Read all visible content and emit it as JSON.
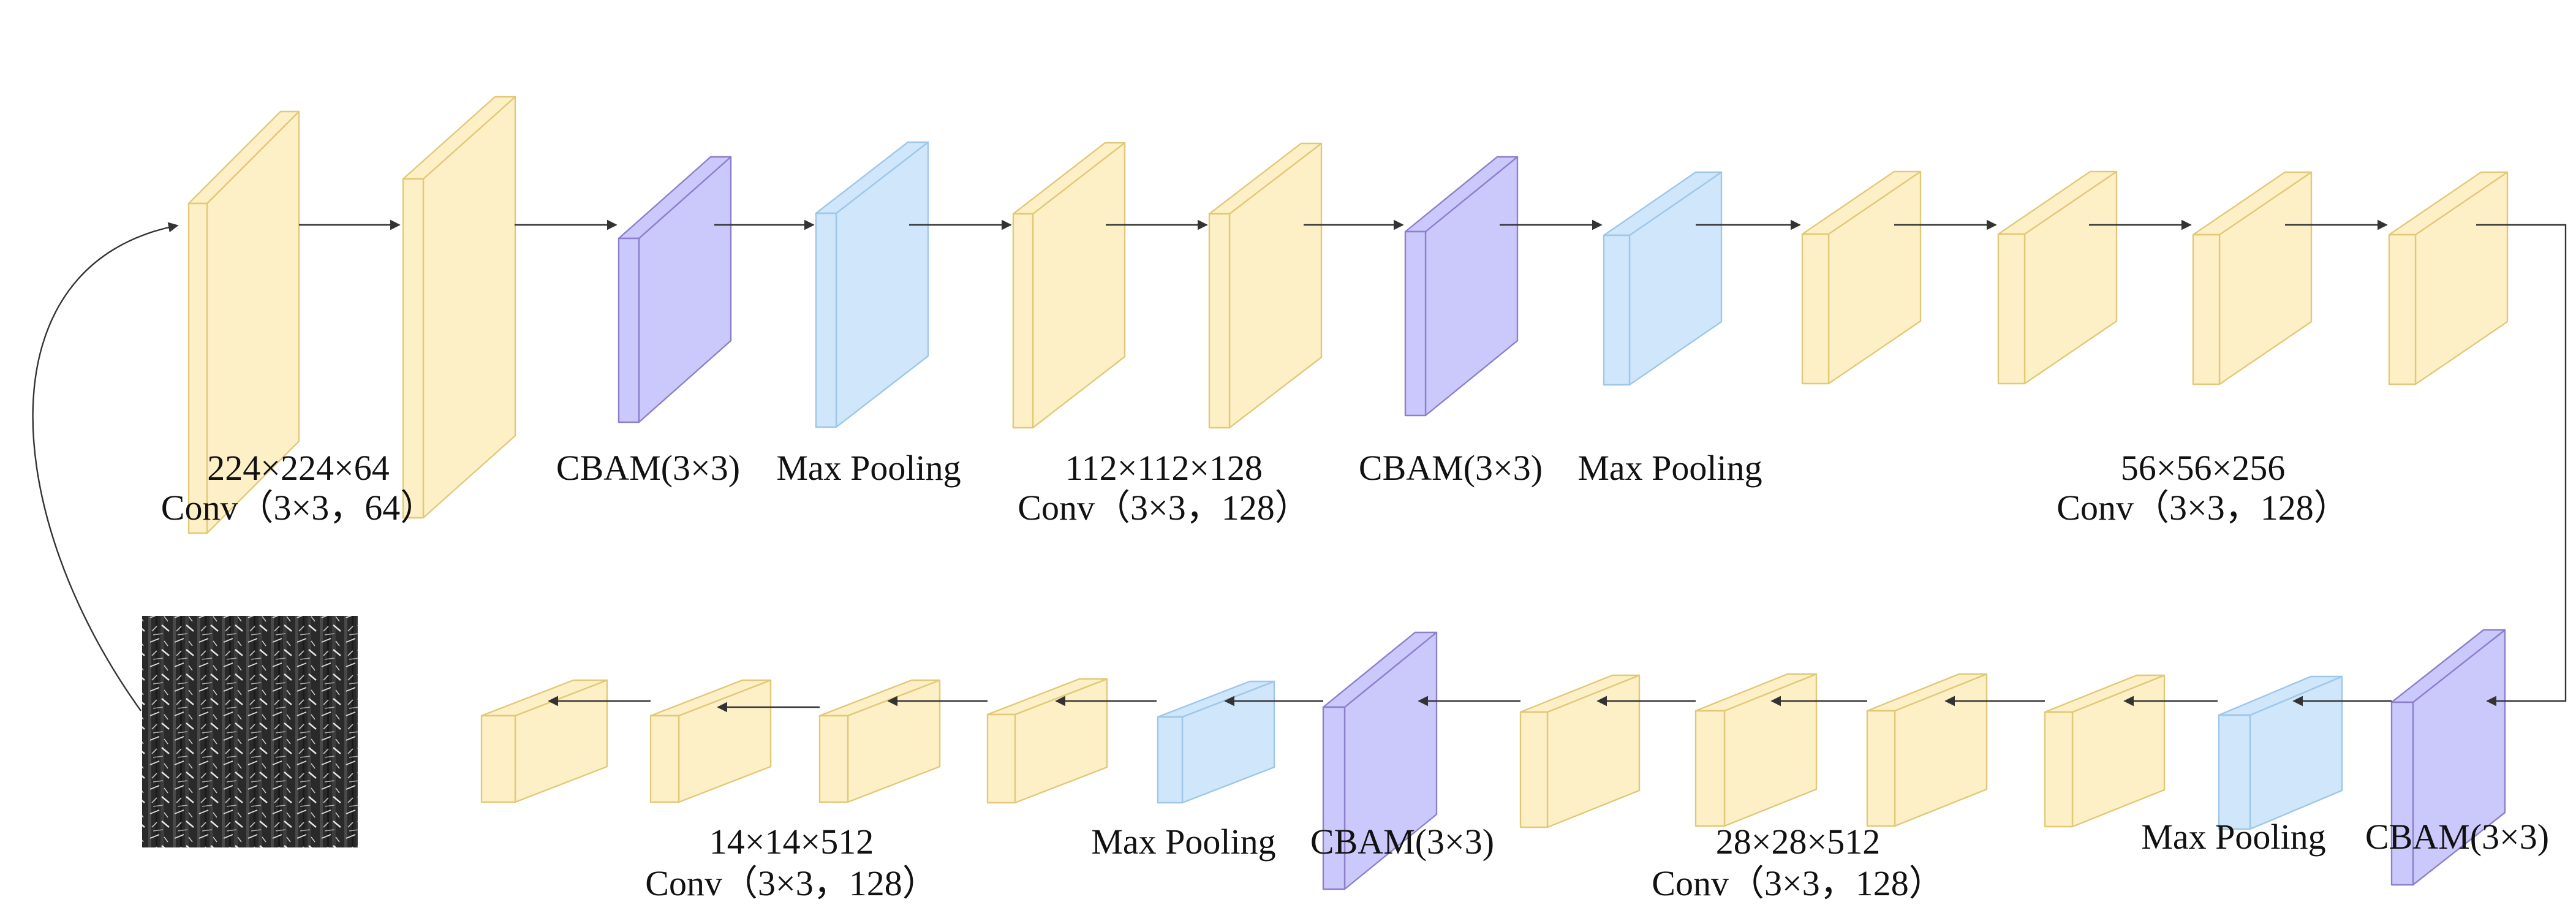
{
  "colors": {
    "conv": "#fdf0c6",
    "conv_stroke": "#e2c978",
    "cbam": "#cbc8fb",
    "cbam_stroke": "#8c7fcc",
    "pool": "#cfe6fb",
    "pool_stroke": "#9ec7e8",
    "arrow": "#333333"
  },
  "icons": {
    "input_image": "grayscale-texture-image-icon"
  },
  "labels": {
    "r1_conv1_size": "224×224×64",
    "r1_conv1_op": "Conv（3×3，64）",
    "r1_cbam1": "CBAM(3×3)",
    "r1_pool1": "Max Pooling",
    "r1_conv2_size": "112×112×128",
    "r1_conv2_op": "Conv（3×3，128）",
    "r1_cbam2": "CBAM(3×3)",
    "r1_pool2": "Max Pooling",
    "r1_conv3_size": "56×56×256",
    "r1_conv3_op": "Conv（3×3，128）",
    "r2_pool3": "Max Pooling",
    "r2_cbam3": "CBAM(3×3)",
    "r2_conv4_size": "28×28×512",
    "r2_conv4_op": "Conv（3×3，128）",
    "r2_cbam4": "CBAM(3×3)",
    "r2_pool4": "Max Pooling",
    "r2_conv5_size": "14×14×512",
    "r2_conv5_op": "Conv（3×3，128）"
  }
}
